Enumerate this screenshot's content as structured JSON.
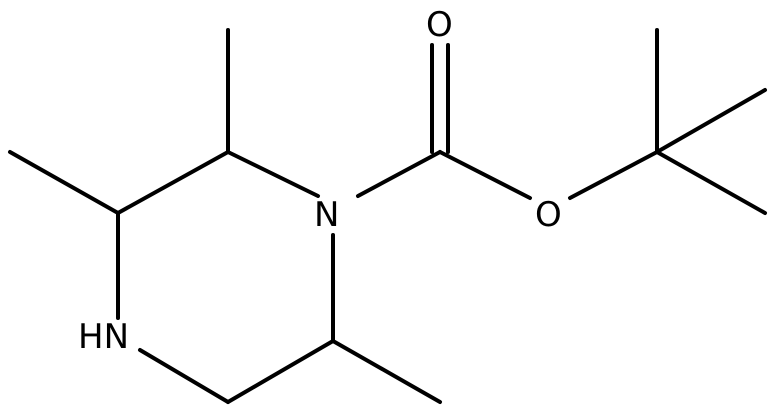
{
  "molecule": {
    "atoms": {
      "n1": "N",
      "nh": "HN",
      "o_carbonyl": "O",
      "o_ester": "O"
    },
    "colors": {
      "bond": "#000000",
      "label": "#000000",
      "background": "#ffffff"
    }
  }
}
